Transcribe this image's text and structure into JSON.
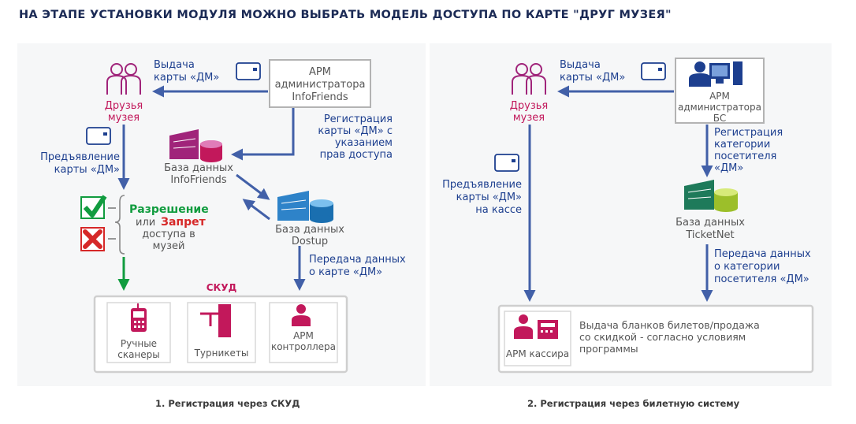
{
  "title": "НА ЭТАПЕ УСТАНОВКИ МОДУЛЯ МОЖНО ВЫБРАТЬ МОДЕЛЬ ДОСТУПА ПО КАРТЕ \"ДРУГ МУЗЕЯ\"",
  "colors": {
    "arrow": "#4260a8",
    "pink": "#c2185b",
    "green": "#119c3f",
    "red": "#d62828",
    "teal": "#1e7a5a",
    "lime": "#b7d13a"
  },
  "panel1": {
    "caption": "1. Регистрация через СКУД",
    "friends": [
      "Друзья",
      "музея"
    ],
    "issue": [
      "Выдача",
      "карты «ДМ»"
    ],
    "arm_admin": [
      "АРМ",
      "администратора",
      "InfoFriends"
    ],
    "register": [
      "Регистрация",
      "карты «ДМ» с",
      "указанием",
      "прав доступа"
    ],
    "db_infofriends": [
      "База данных",
      "InfoFriends"
    ],
    "db_dostup": [
      "База данных",
      "Dostup"
    ],
    "present": [
      "Предъявление",
      "карты «ДМ»"
    ],
    "allow": "Разрешение",
    "or": "или",
    "deny": "Запрет",
    "access": [
      "доступа в",
      "музей"
    ],
    "transfer": [
      "Передача данных",
      "о карте «ДМ»"
    ],
    "skud": "СКУД",
    "scanners": [
      "Ручные",
      "сканеры"
    ],
    "turnstiles": "Турникеты",
    "arm_controller": [
      "АРМ",
      "контроллера"
    ]
  },
  "panel2": {
    "caption": "2. Регистрация через билетную систему",
    "friends": [
      "Друзья",
      "музея"
    ],
    "issue": [
      "Выдача",
      "карты «ДМ»"
    ],
    "arm_admin": [
      "АРМ",
      "администратора",
      "БС"
    ],
    "register": [
      "Регистрация",
      "категории",
      "посетителя",
      "«ДМ»"
    ],
    "present": [
      "Предъявление",
      "карты «ДМ»",
      "на кассе"
    ],
    "db_ticketnet": [
      "База данных",
      "TicketNet"
    ],
    "transfer": [
      "Передача данных",
      "о категории",
      "посетителя «ДМ»"
    ],
    "arm_cashier": "АРМ кассира",
    "result": [
      "Выдача бланков билетов/продажа",
      "со скидкой - согласно условиям",
      "программы"
    ]
  }
}
